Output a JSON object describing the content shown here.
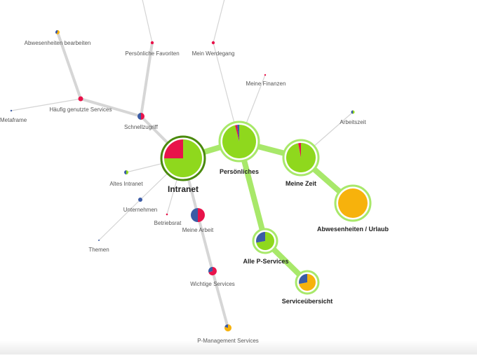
{
  "colors": {
    "green": "#8fd81d",
    "red": "#e8134a",
    "blue": "#3b5ba5",
    "orange": "#f7b20c",
    "green_edge": "#a8e86a",
    "gray_edge": "#cfcfcf",
    "dark_ring": "#4a8a0c",
    "label_dark": "#222222",
    "label_gray": "#555555"
  },
  "nodes": [
    {
      "id": "intranet",
      "label": "Intranet",
      "weight": "bold-lg",
      "shares": [
        [
          "green",
          0.75
        ],
        [
          "red",
          0.25
        ]
      ],
      "ring": "dark"
    },
    {
      "id": "persoenliches",
      "label": "Persönliches",
      "weight": "bold",
      "shares": [
        [
          "green",
          0.96
        ],
        [
          "red",
          0.02
        ],
        [
          "blue",
          0.02
        ]
      ],
      "ring": "light"
    },
    {
      "id": "meine_zeit",
      "label": "Meine Zeit",
      "weight": "bold",
      "shares": [
        [
          "green",
          0.97
        ],
        [
          "red",
          0.03
        ]
      ],
      "ring": "light"
    },
    {
      "id": "abwesenheiten_urlaub",
      "label": "Abwesenheiten / Urlaub",
      "weight": "bold",
      "shares": [
        [
          "orange",
          1.0
        ]
      ],
      "ring": "light"
    },
    {
      "id": "alle_p_services",
      "label": "Alle P-Services",
      "weight": "bold",
      "shares": [
        [
          "green",
          0.72
        ],
        [
          "blue",
          0.28
        ]
      ],
      "ring": "light"
    },
    {
      "id": "serviceuebersicht",
      "label": "Serviceübersicht",
      "weight": "bold",
      "shares": [
        [
          "orange",
          0.72
        ],
        [
          "blue",
          0.28
        ]
      ],
      "ring": "light"
    },
    {
      "id": "schnellzugriff",
      "label": "Schnellzugriff",
      "weight": "normal",
      "shares": [
        [
          "red",
          0.5
        ],
        [
          "blue",
          0.5
        ]
      ]
    },
    {
      "id": "haeufig",
      "label": "Häufig genutzte Services",
      "weight": "normal",
      "shares": [
        [
          "red",
          1.0
        ]
      ]
    },
    {
      "id": "abwesenheiten_bearbeiten",
      "label": "Abwesenheiten bearbeiten",
      "weight": "normal",
      "shares": [
        [
          "orange",
          0.6
        ],
        [
          "blue",
          0.4
        ]
      ]
    },
    {
      "id": "metaframe",
      "label": "Metaframe",
      "weight": "normal",
      "shares": [
        [
          "blue",
          1.0
        ]
      ]
    },
    {
      "id": "persoenliche_favoriten",
      "label": "Persönliche Favoriten",
      "weight": "normal",
      "shares": [
        [
          "red",
          1.0
        ]
      ]
    },
    {
      "id": "mein_werdegang",
      "label": "Mein Werdegang",
      "weight": "normal",
      "shares": [
        [
          "red",
          1.0
        ]
      ]
    },
    {
      "id": "meine_finanzen",
      "label": "Meine Finanzen",
      "weight": "normal",
      "shares": [
        [
          "red",
          1.0
        ]
      ]
    },
    {
      "id": "arbeitszeit",
      "label": "Arbeitszeit",
      "weight": "normal",
      "shares": [
        [
          "green",
          0.5
        ],
        [
          "blue",
          0.5
        ]
      ]
    },
    {
      "id": "altes_intranet",
      "label": "Altes Intranet",
      "weight": "normal",
      "shares": [
        [
          "green",
          0.5
        ],
        [
          "blue",
          0.5
        ]
      ]
    },
    {
      "id": "unternehmen",
      "label": "Unternehmen",
      "weight": "normal",
      "shares": [
        [
          "blue",
          1.0
        ]
      ]
    },
    {
      "id": "betriebsrat",
      "label": "Betriebsrat",
      "weight": "normal",
      "shares": [
        [
          "red",
          1.0
        ]
      ]
    },
    {
      "id": "themen",
      "label": "Themen",
      "weight": "normal",
      "shares": [
        [
          "blue",
          1.0
        ]
      ]
    },
    {
      "id": "meine_arbeit",
      "label": "Meine Arbeit",
      "weight": "normal",
      "shares": [
        [
          "red",
          0.5
        ],
        [
          "blue",
          0.5
        ]
      ]
    },
    {
      "id": "wichtige_services",
      "label": "Wichtige Services",
      "weight": "normal",
      "shares": [
        [
          "red",
          0.7
        ],
        [
          "blue",
          0.3
        ]
      ]
    },
    {
      "id": "p_management",
      "label": "P-Management Services",
      "weight": "normal",
      "shares": [
        [
          "orange",
          0.8
        ],
        [
          "blue",
          0.2
        ]
      ]
    }
  ],
  "edges": [
    {
      "from": "intranet",
      "to": "persoenliches",
      "style": "green"
    },
    {
      "from": "persoenliches",
      "to": "meine_zeit",
      "style": "green"
    },
    {
      "from": "meine_zeit",
      "to": "abwesenheiten_urlaub",
      "style": "green"
    },
    {
      "from": "persoenliches",
      "to": "alle_p_services",
      "style": "green"
    },
    {
      "from": "alle_p_services",
      "to": "serviceuebersicht",
      "style": "green"
    },
    {
      "from": "intranet",
      "to": "schnellzugriff",
      "style": "gray"
    },
    {
      "from": "schnellzugriff",
      "to": "haeufig",
      "style": "gray"
    },
    {
      "from": "haeufig",
      "to": "abwesenheiten_bearbeiten",
      "style": "gray"
    },
    {
      "from": "haeufig",
      "to": "metaframe",
      "style": "thin"
    },
    {
      "from": "schnellzugriff",
      "to": "persoenliche_favoriten",
      "style": "gray"
    },
    {
      "from": "persoenliche_favoriten",
      "to": "offscreen_a",
      "style": "thin"
    },
    {
      "from": "persoenliches",
      "to": "mein_werdegang",
      "style": "thin"
    },
    {
      "from": "mein_werdegang",
      "to": "offscreen_b",
      "style": "thin"
    },
    {
      "from": "persoenliches",
      "to": "meine_finanzen",
      "style": "thin"
    },
    {
      "from": "meine_zeit",
      "to": "arbeitszeit",
      "style": "thin"
    },
    {
      "from": "intranet",
      "to": "altes_intranet",
      "style": "thin"
    },
    {
      "from": "intranet",
      "to": "unternehmen",
      "style": "thin"
    },
    {
      "from": "unternehmen",
      "to": "themen",
      "style": "thin"
    },
    {
      "from": "intranet",
      "to": "betriebsrat",
      "style": "thin"
    },
    {
      "from": "intranet",
      "to": "meine_arbeit",
      "style": "gray"
    },
    {
      "from": "meine_arbeit",
      "to": "wichtige_services",
      "style": "gray"
    },
    {
      "from": "wichtige_services",
      "to": "p_management",
      "style": "gray"
    }
  ]
}
